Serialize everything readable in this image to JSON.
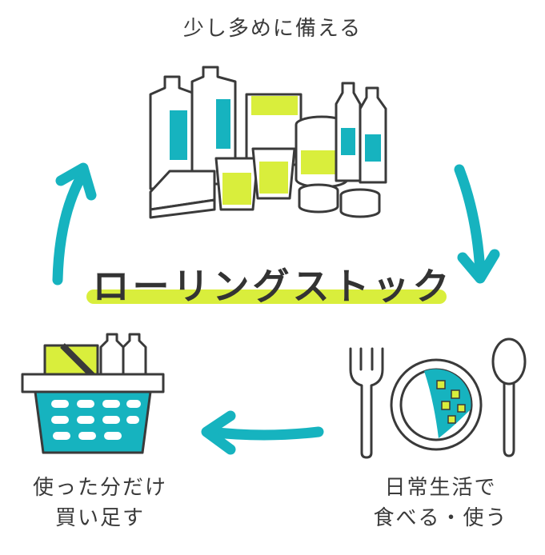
{
  "top_caption": "少し多めに備える",
  "title": "ローリングストック",
  "bottom_left_caption": [
    "使った分だけ",
    "買い足す"
  ],
  "bottom_right_caption": [
    "日常生活で",
    "食べる・使う"
  ],
  "colors": {
    "teal": "#16B3BF",
    "lime": "#D9EE3C",
    "line": "#3a3a3a"
  },
  "icons": [
    "stockpile-illustration",
    "shopping-basket-icon",
    "fork-icon",
    "plate-icon",
    "spoon-icon",
    "cycle-arrow-icon"
  ]
}
